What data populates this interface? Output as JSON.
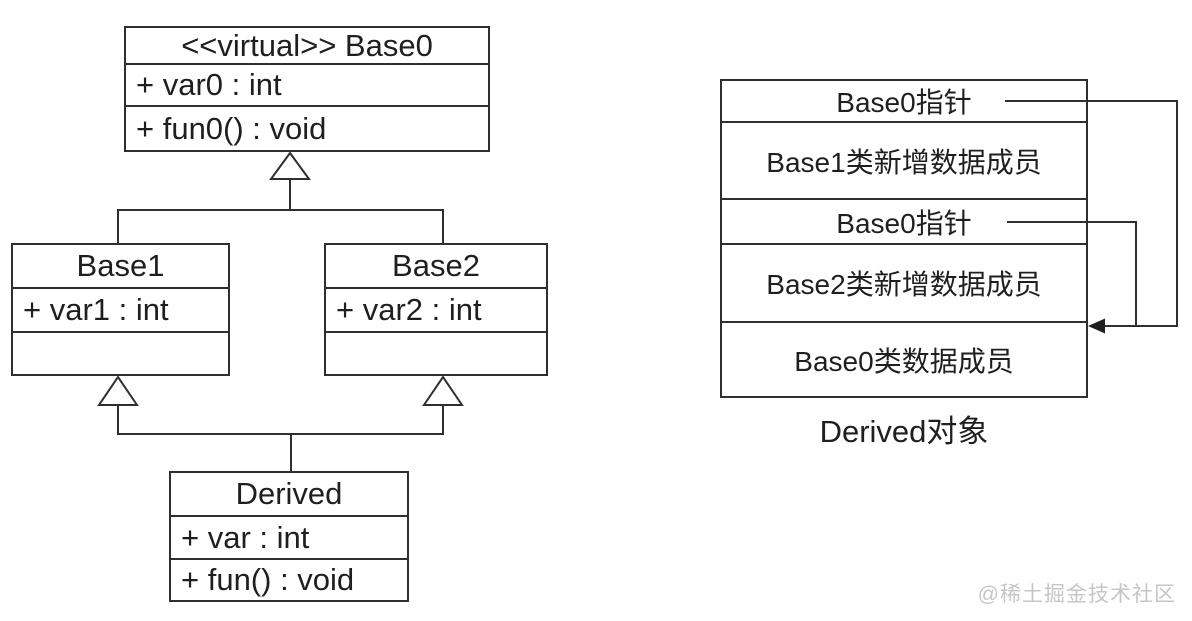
{
  "uml": {
    "base0": {
      "title": "<<virtual>> Base0",
      "attr1": "+ var0 : int",
      "attr2": "+ fun0() : void"
    },
    "base1": {
      "title": "Base1",
      "attr1": "+ var1 : int"
    },
    "base2": {
      "title": "Base2",
      "attr1": "+ var2 : int"
    },
    "derived": {
      "title": "Derived",
      "attr1": "+ var : int",
      "attr2": "+ fun() : void"
    }
  },
  "memory": {
    "rows": [
      "Base0指针",
      "Base1类新增数据成员",
      "Base0指针",
      "Base2类新增数据成员",
      "Base0类数据成员"
    ],
    "caption": "Derived对象"
  },
  "watermark": {
    "text": "@稀土掘金技术社区"
  },
  "colors": {
    "line": "#2f2f2f",
    "background": "#ffffff",
    "watermark_text": "#c6c6c6"
  }
}
